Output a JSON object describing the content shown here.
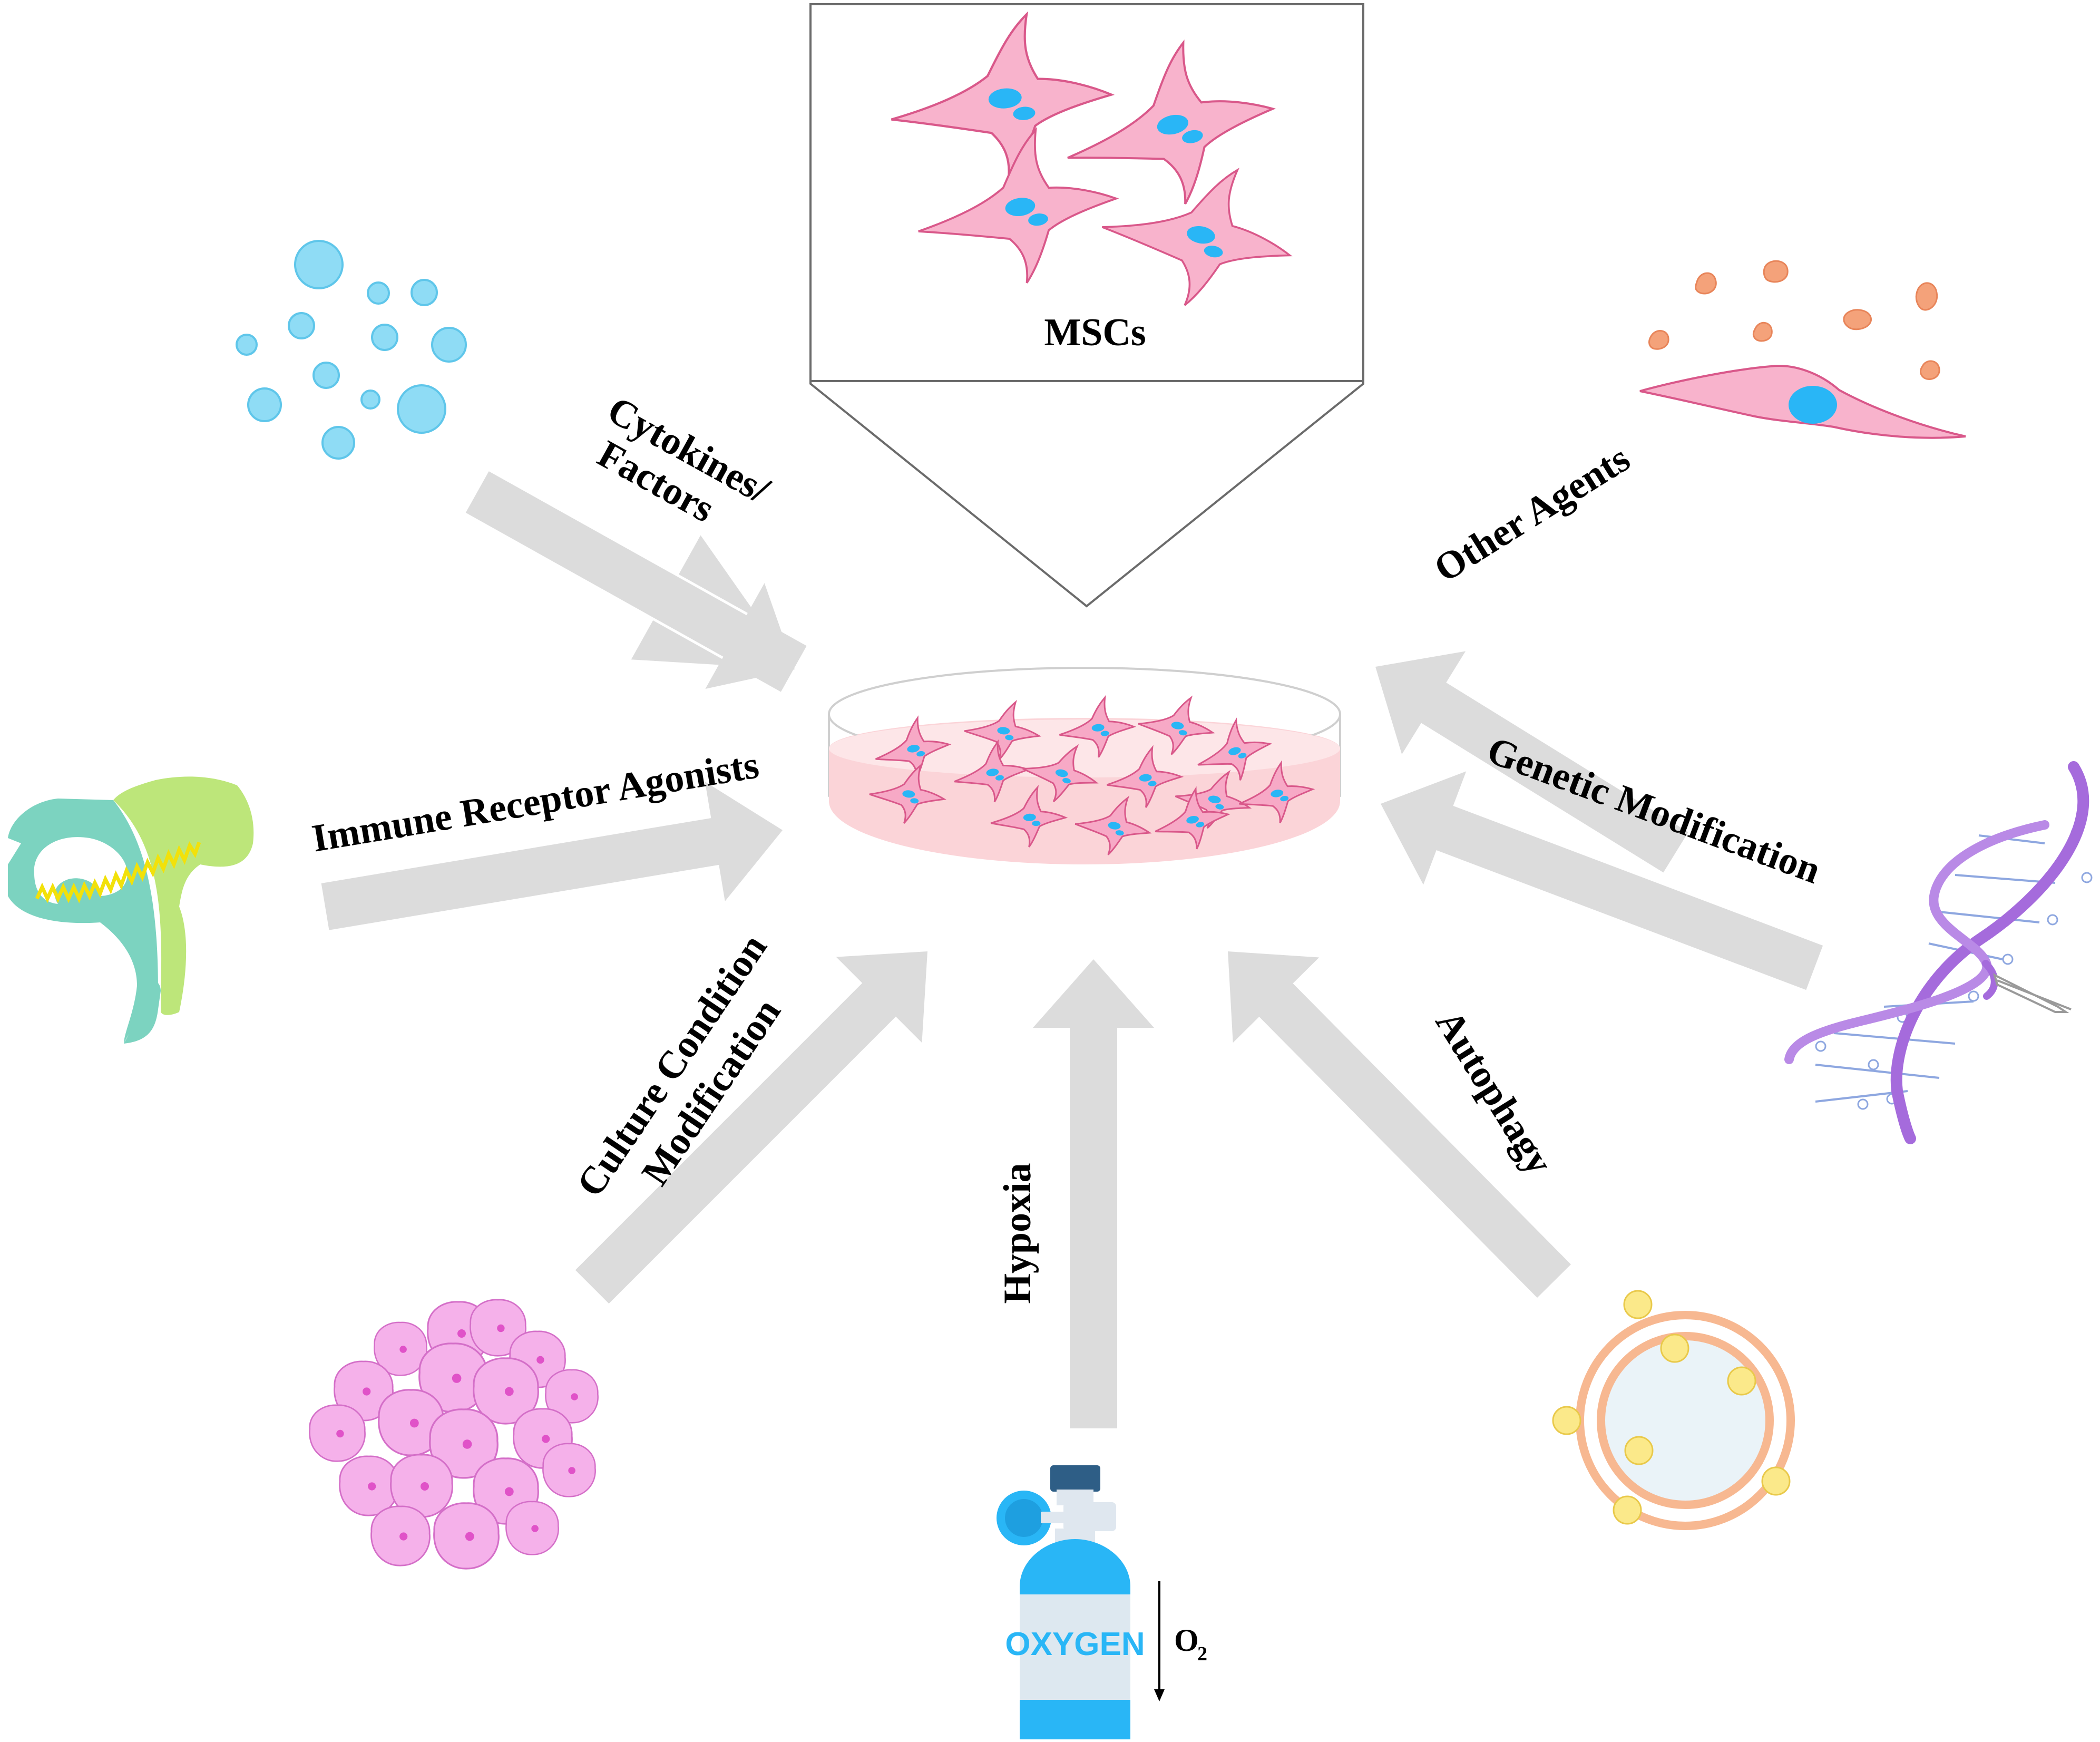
{
  "center": {
    "label": "MSCs"
  },
  "strategies": {
    "cytokines_line1": "Cytokines/",
    "cytokines_line2": "Factors",
    "immune": "Immune Receptor Agonists",
    "culture_line1": "Culture Condition",
    "culture_line2": "Modification",
    "hypoxia": "Hypoxia",
    "autophagy": "Autophagy",
    "genetic": "Genetic Modification",
    "other": "Other Agents"
  },
  "oxygen": {
    "bottle_label": "OXYGEN",
    "symbol": "O",
    "subscript": "2"
  },
  "colors": {
    "arrow": "#dcdcdc",
    "cell_fill": "#f8b3cc",
    "cell_stroke": "#d9588a",
    "nucleus": "#29b6f6",
    "bubble": "#8fdcf5",
    "agent_dot": "#f4a27a",
    "organoid": "#f5b1ea",
    "dna": "#a56bdc",
    "autophagosome": "#f7b891",
    "cargo": "#fbe98a"
  }
}
